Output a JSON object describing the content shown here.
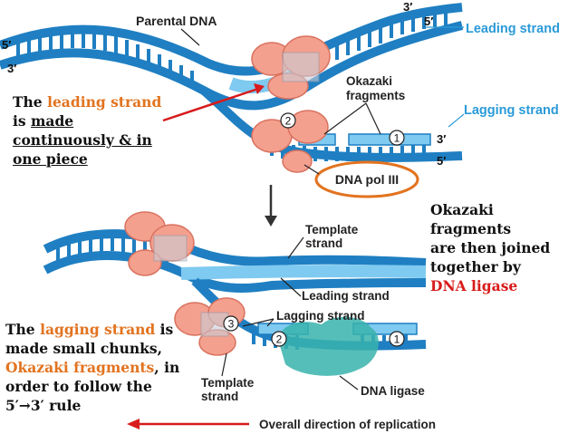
{
  "colors": {
    "dna_blue": "#1f7fc2",
    "dna_light": "#7fcaf0",
    "enzyme_pink": "#f4a08f",
    "ligase_teal": "#38b3ad",
    "orange": "#e2731f",
    "red": "#d81b1b",
    "callout_blue": "#2a9ad8"
  },
  "top_diagram": {
    "parental_dna": "Parental DNA",
    "five_prime_left": "5′",
    "three_prime_left": "3′",
    "three_prime_tr": "3′",
    "five_prime_tr": "5′",
    "leading_strand": "Leading strand",
    "okazaki_fragments_1": "Okazaki",
    "okazaki_fragments_2": "fragments",
    "lagging_strand": "Lagging strand",
    "three_prime_mr": "3′",
    "five_prime_mr": "5′",
    "dna_pol": "DNA pol III",
    "num_1": "1",
    "num_2": "2"
  },
  "bottom_diagram": {
    "template_strand_1": "Template",
    "template_strand_2": "strand",
    "leading_strand": "Leading strand",
    "lagging_strand": "Lagging strand",
    "template_strand_b1": "Template",
    "template_strand_b2": "strand",
    "dna_ligase": "DNA ligase",
    "overall_direction": "Overall direction of replication",
    "num_1": "1",
    "num_2": "2",
    "num_3": "3"
  },
  "notes": {
    "leading": {
      "l1a": "The ",
      "l1b": "leading strand",
      "l2a": "is ",
      "l2b": "made",
      "l3": "continuously & in",
      "l4": "one piece"
    },
    "okazaki": {
      "l1": "Okazaki",
      "l2": "fragments",
      "l3": "are then joined",
      "l4": "together  by",
      "l5": "DNA ligase"
    },
    "lagging": {
      "l1a": "The ",
      "l1b": "lagging strand",
      "l1c": " is",
      "l2": "made small chunks,",
      "l3a": "Okazaki fragments",
      "l3b": ", in",
      "l4": "order to follow the",
      "l5": "5′→3′ rule"
    }
  }
}
